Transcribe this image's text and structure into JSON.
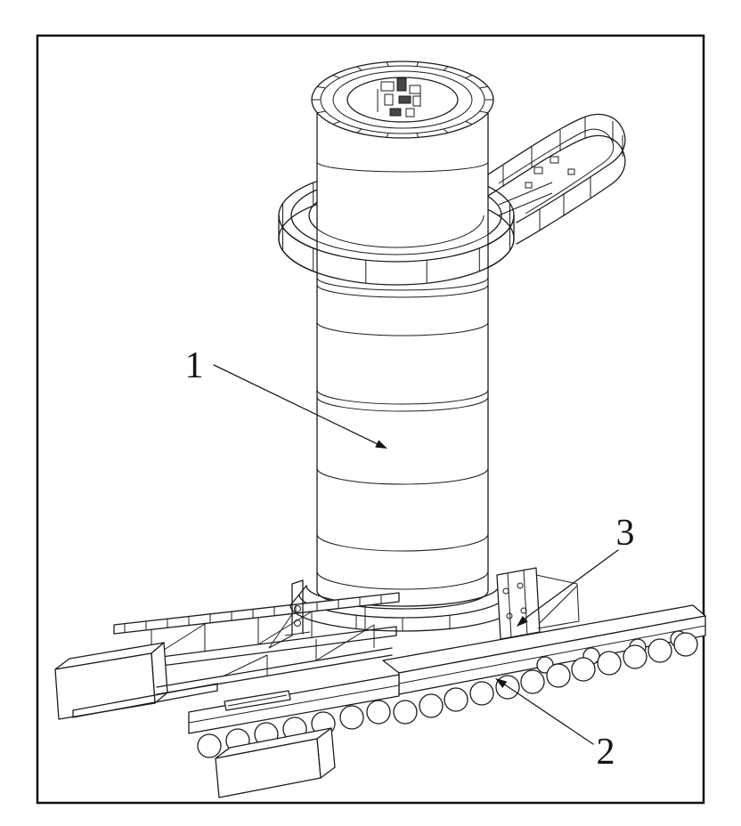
{
  "figure": {
    "colors": {
      "line": "#1c1c1c",
      "background": "#ffffff"
    },
    "callouts": [
      {
        "label": "1"
      },
      {
        "label": "2"
      },
      {
        "label": "3"
      }
    ]
  }
}
